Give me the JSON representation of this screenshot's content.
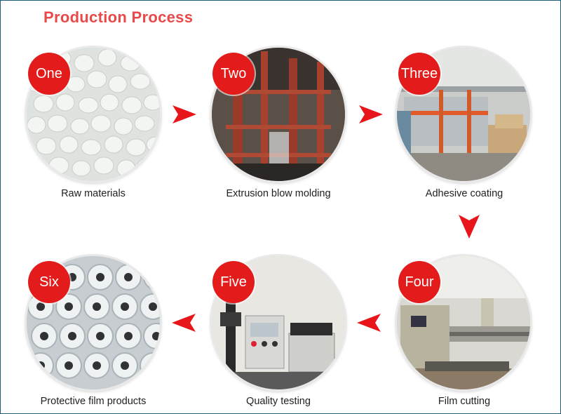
{
  "header": {
    "title": "Production Process"
  },
  "steps": [
    {
      "badge": "One",
      "caption": "Raw materials"
    },
    {
      "badge": "Two",
      "caption": "Extrusion blow molding"
    },
    {
      "badge": "Three",
      "caption": "Adhesive coating"
    },
    {
      "badge": "Four",
      "caption": "Film cutting"
    },
    {
      "badge": "Five",
      "caption": "Quality testing"
    },
    {
      "badge": "Six",
      "caption": "Protective film products"
    }
  ],
  "colors": {
    "accent": "#e31b1b",
    "title": "#e84a4a",
    "arrow": "#e8161b"
  },
  "icons": {
    "arrow_right": "triangle-right-icon",
    "arrow_left": "triangle-left-icon",
    "arrow_down": "triangle-down-icon"
  }
}
